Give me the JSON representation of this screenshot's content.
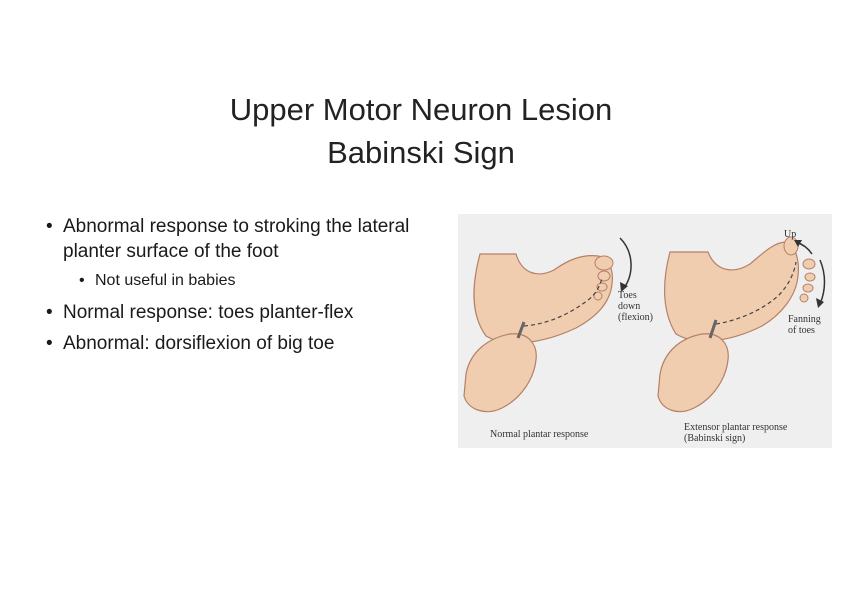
{
  "title": {
    "line1": "Upper Motor Neuron Lesion",
    "line2": "Babinski Sign"
  },
  "bullets": [
    {
      "text": "Abnormal response to stroking the lateral planter surface of the foot",
      "sub": [
        "Not useful in babies"
      ]
    },
    {
      "text": "Normal response: toes planter-flex",
      "sub": []
    },
    {
      "text": "Abnormal: dorsiflexion of big toe",
      "sub": []
    }
  ],
  "figure": {
    "left_panel": {
      "annotation": [
        "Toes",
        "down",
        "(flexion)"
      ],
      "caption": "Normal plantar response"
    },
    "right_panel": {
      "annotation_top": "Up",
      "annotation": [
        "Fanning",
        "of toes"
      ],
      "caption": [
        "Extensor plantar response",
        "(Babinski sign)"
      ]
    }
  },
  "colors": {
    "skin": "#f1cdb0",
    "skin_shadow": "#d9a98a",
    "figure_bg": "#efefef"
  }
}
